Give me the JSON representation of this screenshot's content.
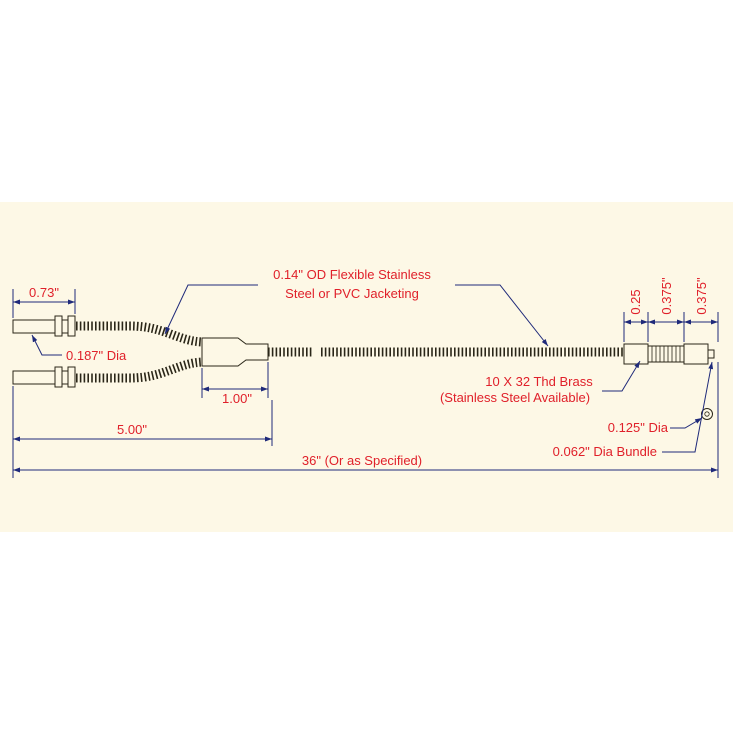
{
  "colors": {
    "background": "#ffffff",
    "panel": "#fdf8e6",
    "dimension_lines": "#1f2a7a",
    "labels": "#e0202a",
    "outline": "#2a2618"
  },
  "labels": {
    "jacketing_line1": "0.14\" OD Flexible Stainless",
    "jacketing_line2": "Steel or PVC Jacketing",
    "dim_073": "0.73\"",
    "dim_0187_dia": "0.187\" Dia",
    "dim_100": "1.00\"",
    "dim_500": "5.00\"",
    "dim_36": "36\" (Or as Specified)",
    "dim_025": "0.25",
    "dim_0375_a": "0.375\"",
    "dim_0375_b": "0.375\"",
    "thread_line1": "10 X 32 Thd Brass",
    "thread_line2": "(Stainless Steel Available)",
    "dim_0125_dia": "0.125\" Dia",
    "dim_0062_bundle": "0.062\" Dia Bundle"
  }
}
